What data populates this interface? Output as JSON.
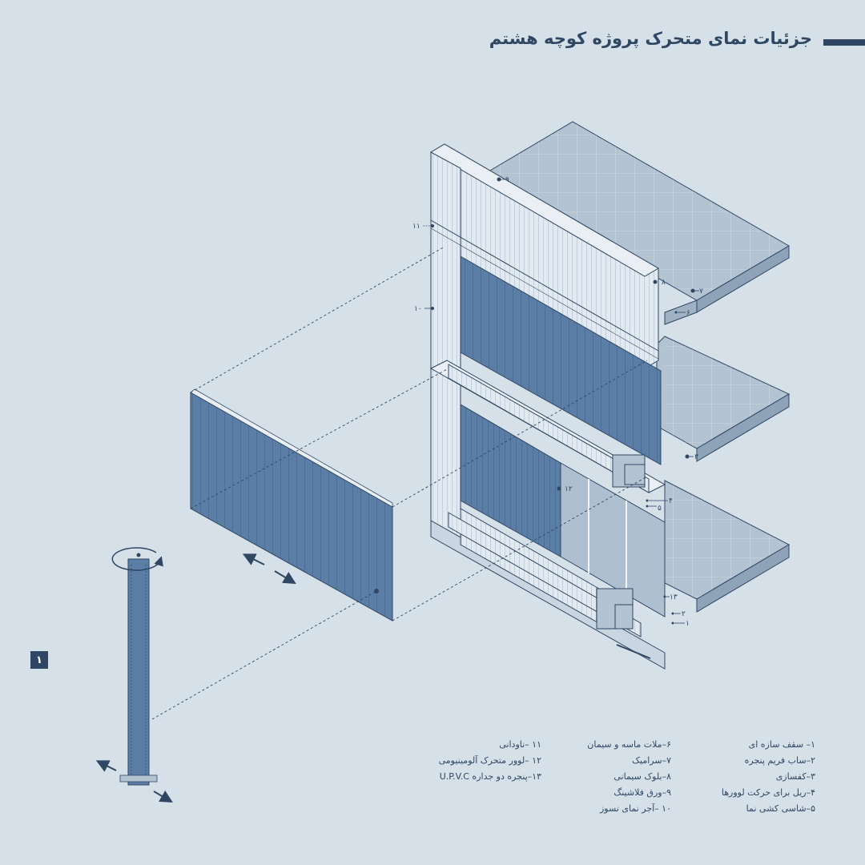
{
  "title": "جزئیات نمای متحرک پروژه کوچه هشتم",
  "badge": "۱",
  "callouts": {
    "c1": "۱",
    "c2": "۲",
    "c3": "۳",
    "c4": "۴",
    "c5": "۵",
    "c6": "۶",
    "c7": "۷",
    "c8": "۸",
    "c9": "۹",
    "c10": "۱۰",
    "c11": "۱۱",
    "c12": "۱۲",
    "c13": "۱۳"
  },
  "legend": {
    "col1": [
      "۱– سقف سازه ای",
      "۲–ساب فریم پنجره",
      "۳–کفسازی",
      "۴–ریل برای حرکت لوورها",
      "۵–شاسی کشی نما"
    ],
    "col2": [
      "۶–ملات ماسه و سیمان",
      "۷–سرامیک",
      "۸–بلوک سیمانی",
      "۹–ورق فلاشینگ",
      "۱۰ –آجر نمای نسوز"
    ],
    "col3": [
      "۱۱ –ناودانی",
      "۱۲ –لوور متحرک آلومینیومی",
      "۱۳–پنجره دو جداره U.P.V.C"
    ]
  },
  "colors": {
    "background": "#d6e0e9",
    "navy": "#2f4763",
    "louver": "#5b7ea6",
    "slab": "#b4c3d2",
    "brick": "#e2e9f0"
  }
}
